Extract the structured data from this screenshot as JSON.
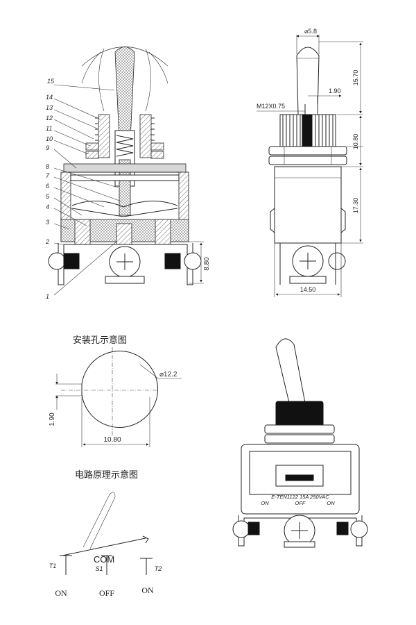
{
  "section": {
    "callouts": [
      "1",
      "2",
      "3",
      "4",
      "5",
      "6",
      "7",
      "8",
      "9",
      "10",
      "11",
      "12",
      "13",
      "14",
      "15"
    ],
    "dim_height": "8.80"
  },
  "side_view": {
    "dim_knob": "⌀5.8",
    "dim_thread": "M12X0.75",
    "dim_offset": "1.90",
    "dim_lever": "15.70",
    "dim_bushing": "10.80",
    "dim_body": "17.30",
    "dim_width": "14.50"
  },
  "mounting_hole": {
    "title": "安装孔示意图",
    "dim_diameter": "⌀12.2",
    "dim_key": "1.90",
    "dim_flat": "10.80"
  },
  "product": {
    "label_line": "E-TEN1122  15A   250VAC",
    "positions": [
      "ON",
      "OFF",
      "ON"
    ]
  },
  "circuit": {
    "title": "电路原理示意图",
    "com": "COM",
    "t1": "T1",
    "s1": "S1",
    "t2": "T2",
    "states": [
      "ON",
      "OFF",
      "ON"
    ]
  }
}
